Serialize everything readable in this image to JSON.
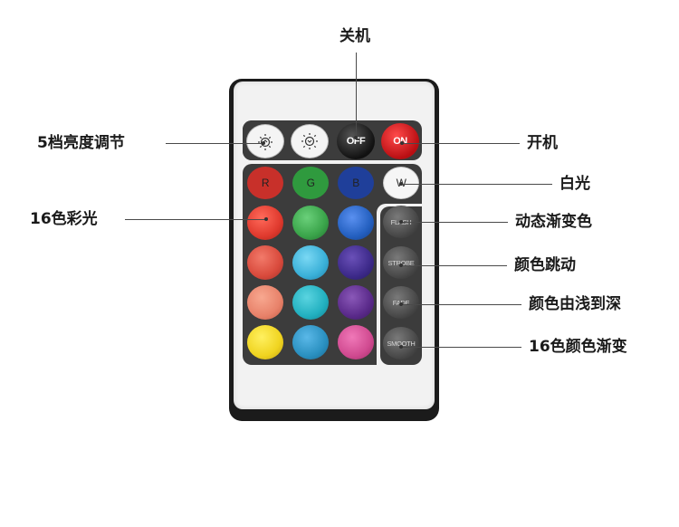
{
  "remote": {
    "brightness": {
      "up_icon": "sun-brightness-up-icon",
      "down_icon": "sun-brightness-down-icon"
    },
    "off_label": "OFF",
    "on_label": "ON",
    "rgb_row": [
      {
        "label": "R",
        "color": "#c8302a"
      },
      {
        "label": "G",
        "color": "#2f9a3e"
      },
      {
        "label": "B",
        "color": "#1f3f9a"
      }
    ],
    "white_label": "W",
    "color_grid": [
      [
        "#e03a2e",
        "#3aa44a",
        "#2460c0"
      ],
      [
        "#d94a3c",
        "#3ab0d8",
        "#3d2a8a"
      ],
      [
        "#e8826a",
        "#22b0c0",
        "#5a2a8a"
      ],
      [
        "#f0d420",
        "#2a90c0",
        "#d04a90"
      ]
    ],
    "effects": [
      "FLASH",
      "STROBE",
      "FADE",
      "SMOOTH"
    ]
  },
  "labels": {
    "off": "关机",
    "brightness": "5档亮度调节",
    "on": "开机",
    "white": "白光",
    "colors16": "16色彩光",
    "flash": "动态渐变色",
    "strobe": "颜色跳动",
    "fade": "颜色由浅到深",
    "smooth": "16色颜色渐变"
  }
}
